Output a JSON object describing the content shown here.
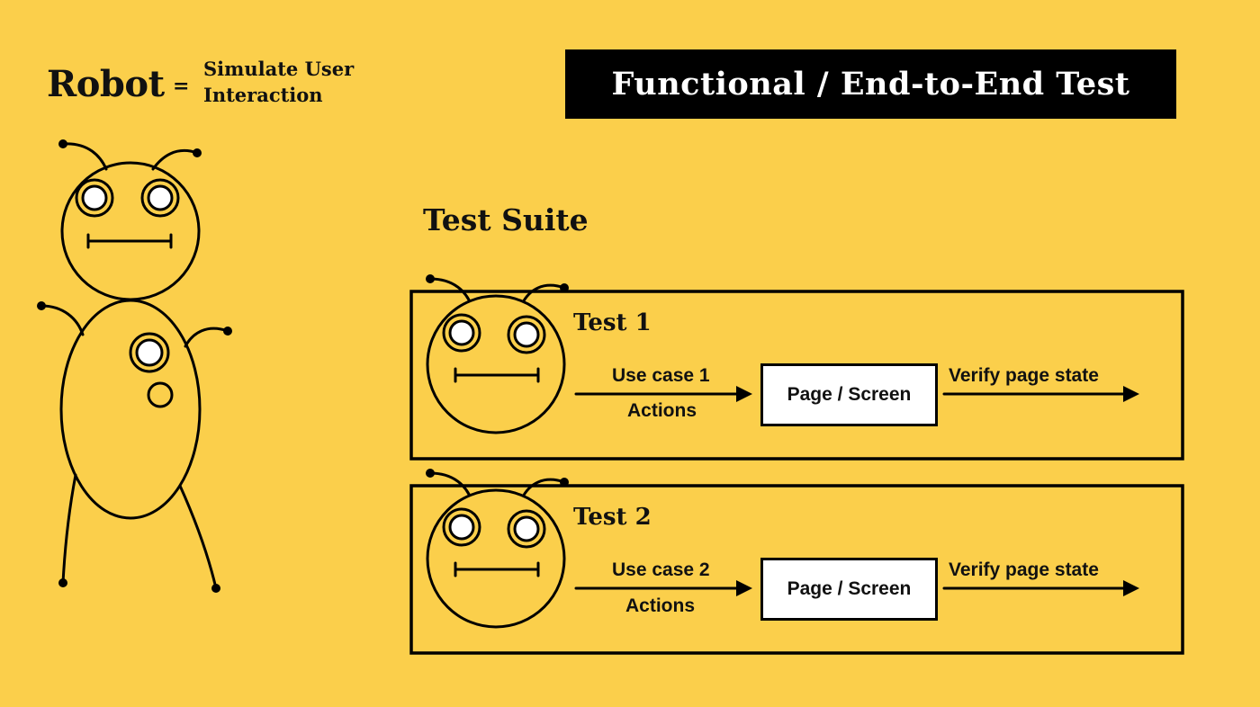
{
  "header": {
    "robot_word": "Robot",
    "equals": "=",
    "definition_line1": "Simulate User",
    "definition_line2": "Interaction",
    "title": "Functional / End-to-End Test"
  },
  "suite": {
    "label": "Test Suite",
    "tests": [
      {
        "title": "Test 1",
        "use_case": "Use case 1",
        "actions": "Actions",
        "page": "Page / Screen",
        "verify": "Verify page state"
      },
      {
        "title": "Test 2",
        "use_case": "Use case 2",
        "actions": "Actions",
        "page": "Page / Screen",
        "verify": "Verify page state"
      }
    ]
  },
  "colors": {
    "background": "#FBCF4B",
    "ink": "#000000",
    "banner_text": "#FFFFFF"
  }
}
